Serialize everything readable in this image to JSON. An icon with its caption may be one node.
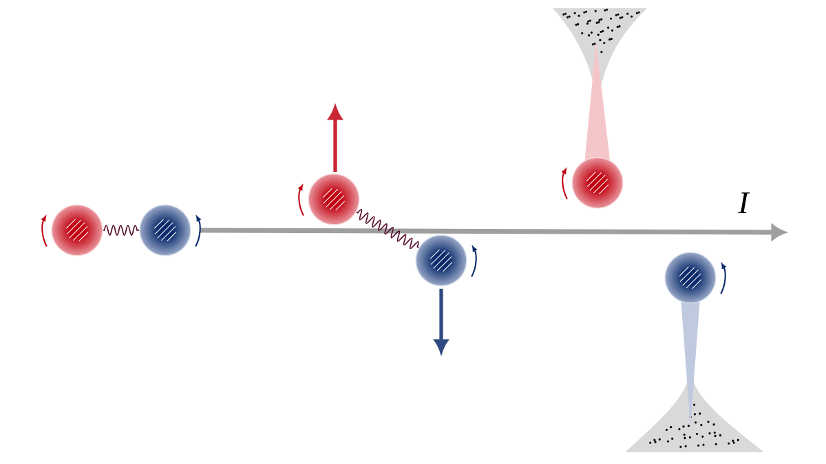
{
  "diagram": {
    "nodes": [
      {
        "text": [],
        "shape": "circle"
      },
      {
        "text": [],
        "shape": "circle"
      },
      {
        "text": [],
        "shape": "circle"
      },
      {
        "text": [],
        "shape": "circle"
      },
      {
        "text": [],
        "shape": "circle"
      },
      {
        "text": [],
        "shape": "circle"
      }
    ],
    "edges": [
      {
        "from": 0,
        "to": 1,
        "arrow": "none"
      },
      {
        "from": 2,
        "to": 3,
        "arrow": "none"
      }
    ],
    "labels": [
      "I"
    ]
  }
}
